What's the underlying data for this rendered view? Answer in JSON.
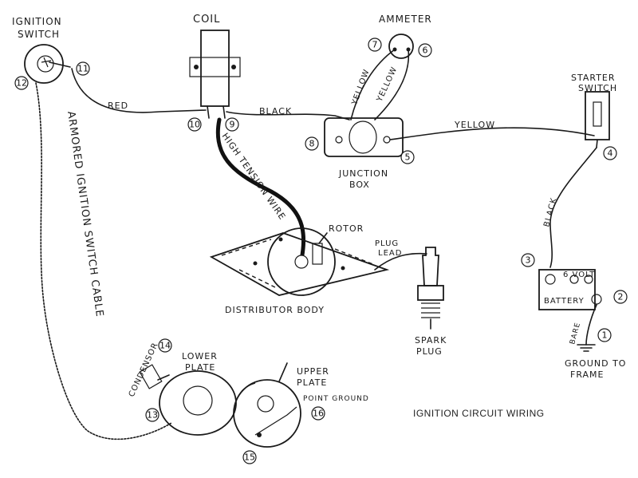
{
  "caption": "IGNITION CIRCUIT WIRING",
  "components": {
    "ignition_switch": [
      "IGNITION",
      "SWITCH"
    ],
    "coil": "COIL",
    "ammeter": "AMMETER",
    "starter_switch": [
      "STARTER",
      "SWITCH"
    ],
    "junction_box": [
      "JUNCTION",
      "BOX"
    ],
    "rotor": "ROTOR",
    "distributor_body": "DISTRIBUTOR BODY",
    "plug_lead": [
      "PLUG",
      "LEAD"
    ],
    "spark_plug": [
      "SPARK",
      "PLUG"
    ],
    "battery": "BATTERY",
    "battery_voltage": "6 VOLT",
    "ground_to_frame": [
      "GROUND TO",
      "FRAME"
    ],
    "lower_plate": [
      "LOWER",
      "PLATE"
    ],
    "upper_plate": [
      "UPPER",
      "PLATE"
    ],
    "point_ground": "POINT GROUND",
    "condensor": "CONDENSOR"
  },
  "wires": {
    "red": "RED",
    "black_coil": "BLACK",
    "yellow_left": "YELLOW",
    "yellow_right": "YELLOW",
    "yellow_starter": "YELLOW",
    "black_battery": "BLACK",
    "bare": "BARE",
    "high_tension": "HIGH TENSION WIRE",
    "armored_cable": "ARMORED IGNITION SWITCH CABLE"
  },
  "terminals": [
    "1",
    "2",
    "3",
    "4",
    "5",
    "6",
    "7",
    "8",
    "9",
    "10",
    "11",
    "12",
    "13",
    "14",
    "15",
    "16"
  ]
}
